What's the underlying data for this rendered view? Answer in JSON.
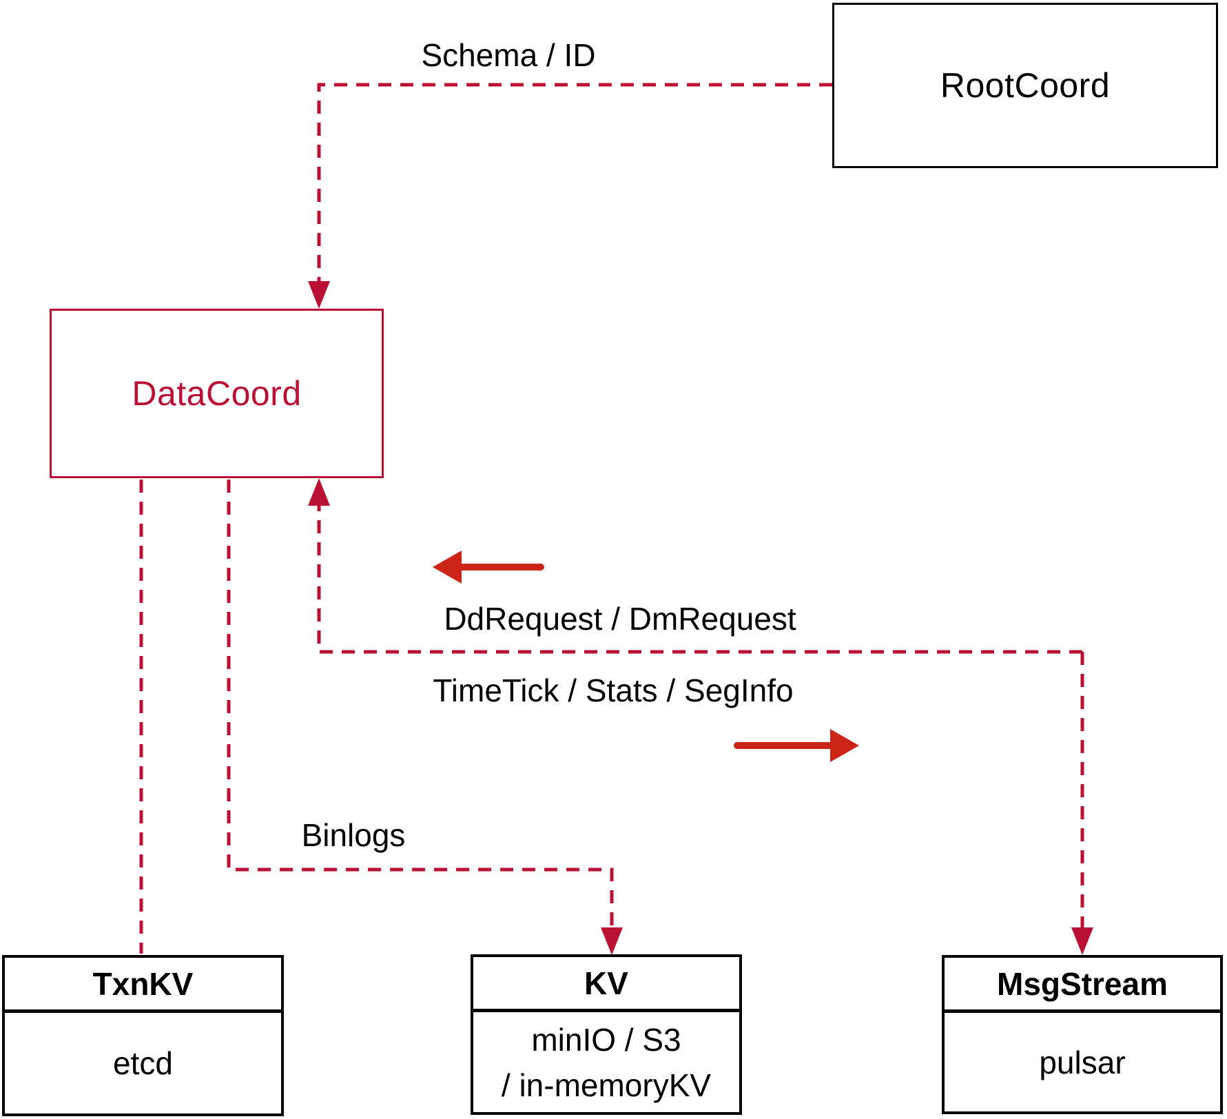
{
  "nodes": {
    "rootcoord": {
      "label": "RootCoord"
    },
    "datacoord": {
      "label": "DataCoord"
    },
    "txnkv": {
      "header": "TxnKV",
      "body": "etcd"
    },
    "kv": {
      "header": "KV",
      "body_line1": "minIO / S3",
      "body_line2": "/ in-memoryKV"
    },
    "msgstream": {
      "header": "MsgStream",
      "body": "pulsar"
    }
  },
  "labels": {
    "schema_id": "Schema / ID",
    "dd_request": "DdRequest / DmRequest",
    "timetick": "TimeTick / Stats / SegInfo",
    "binlogs": "Binlogs"
  },
  "colors": {
    "dashed_line": "#ba1033",
    "solid_arrow": "#cc2517",
    "node_border": "#000000",
    "datacoord_accent": "#ba1033",
    "background": "#ffffff"
  }
}
